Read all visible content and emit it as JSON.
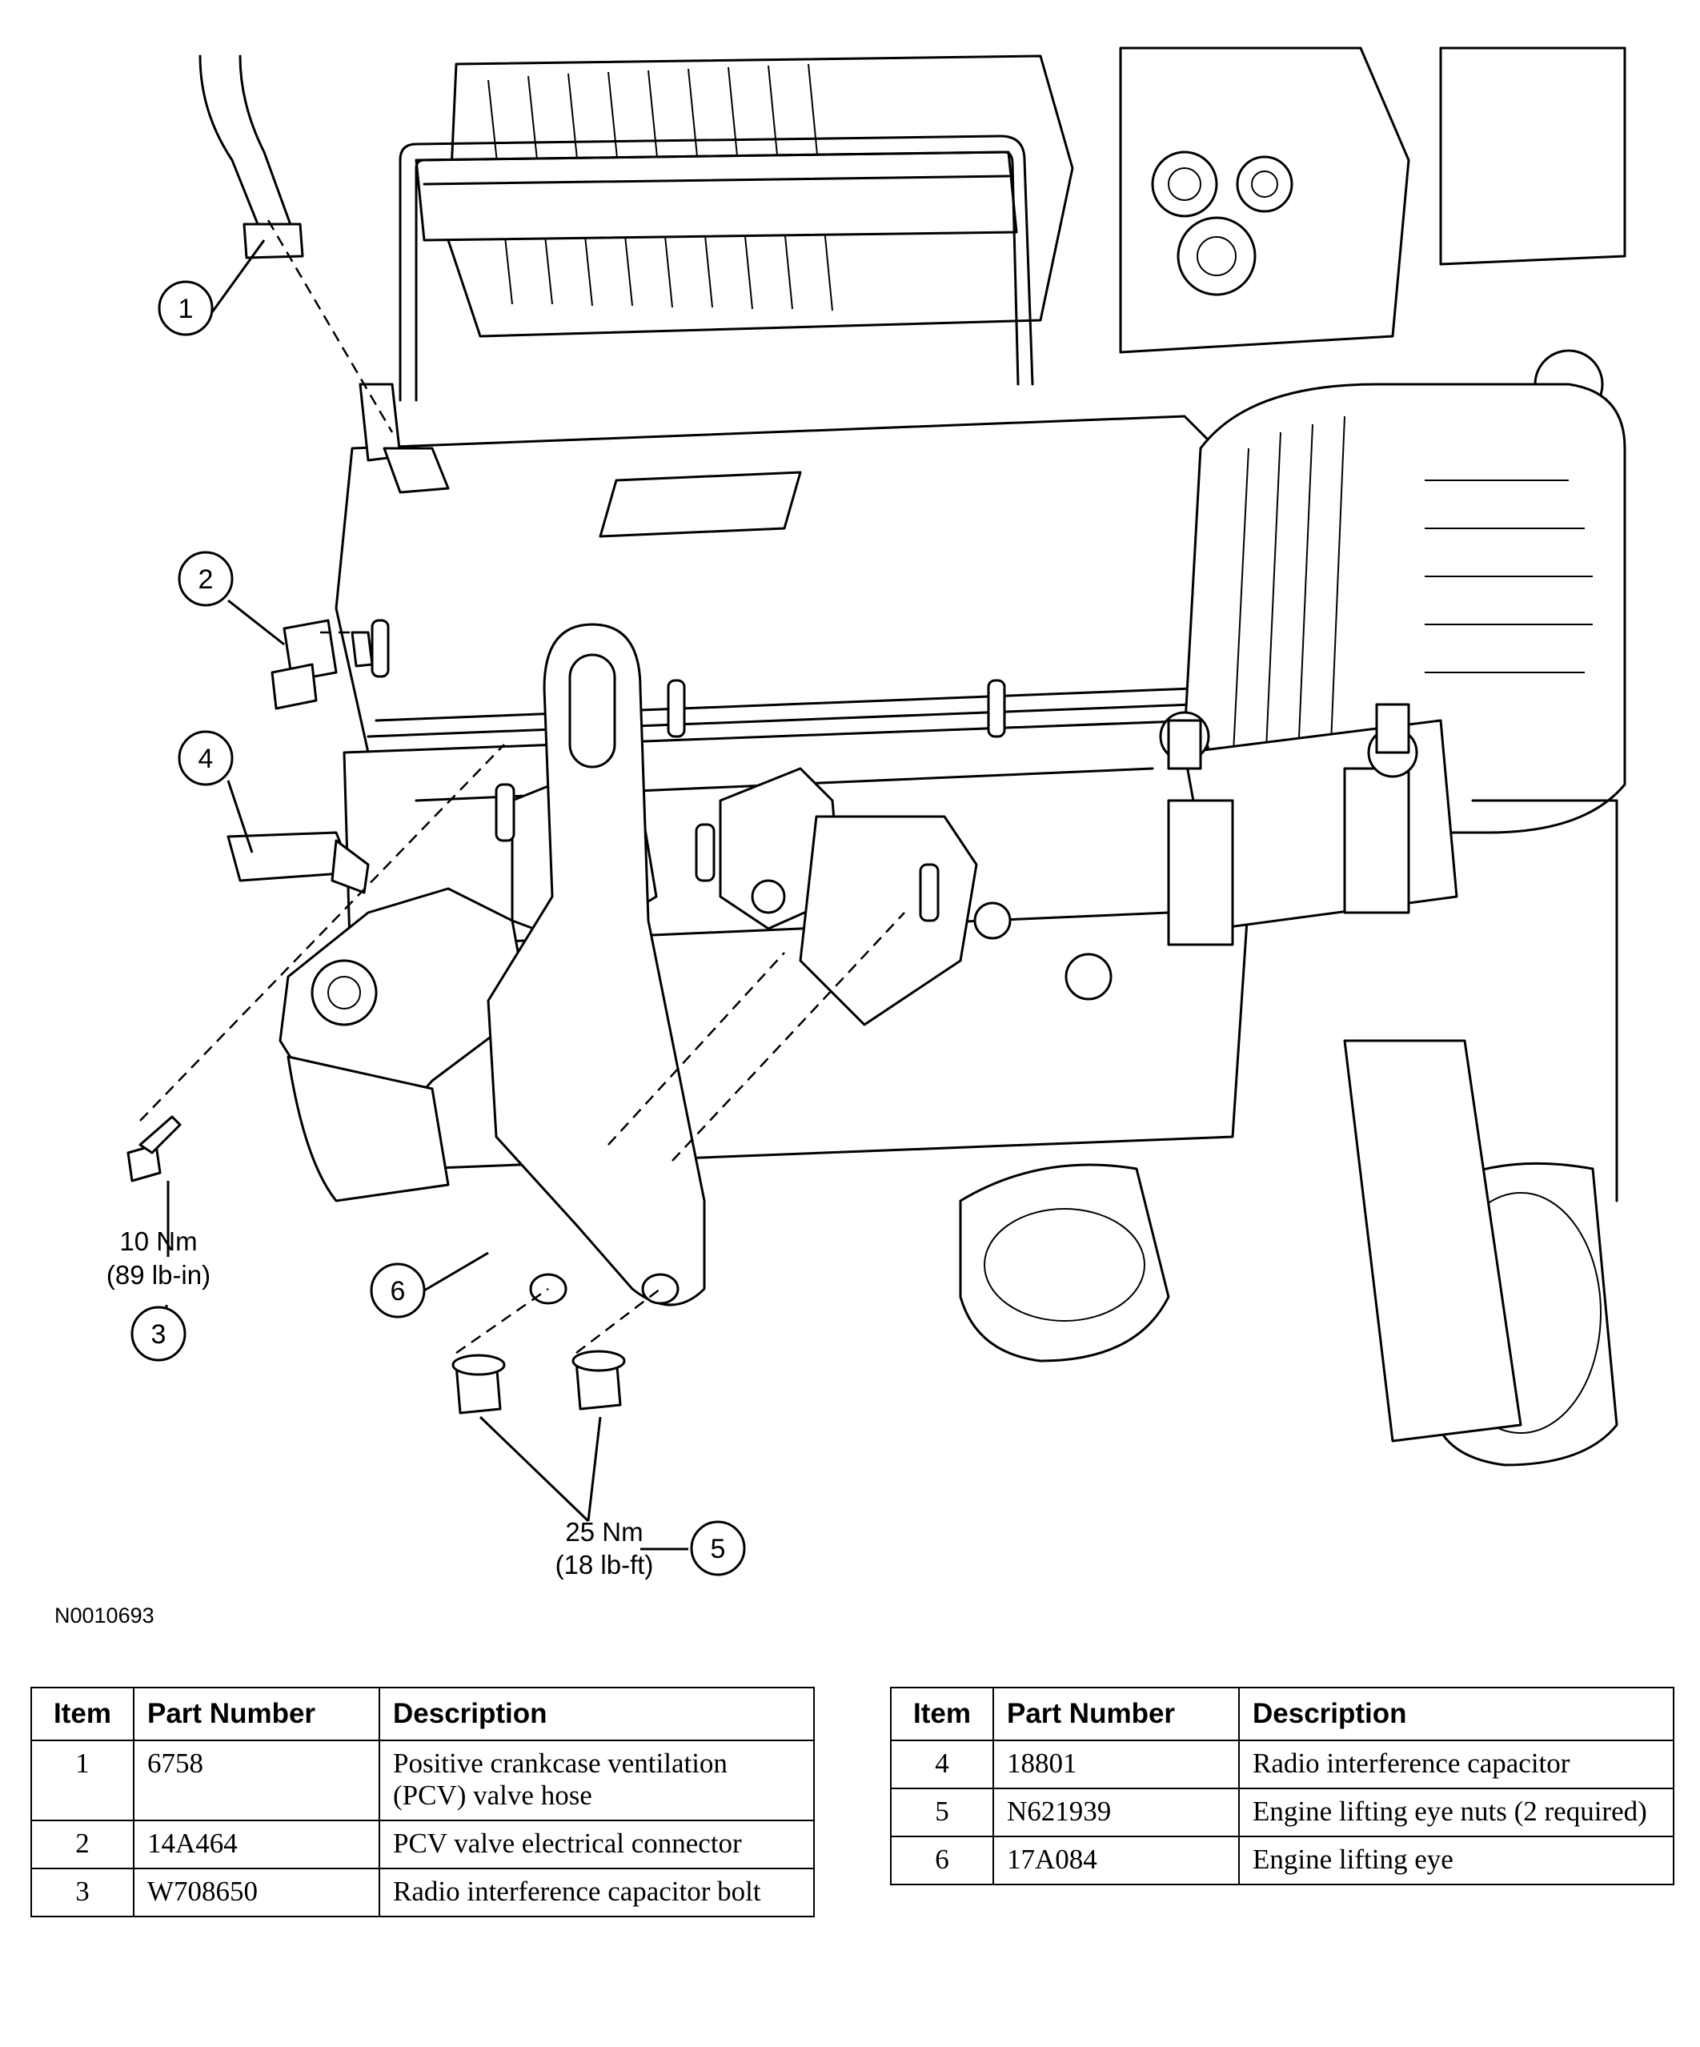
{
  "figure_id": "N0010693",
  "callouts": [
    {
      "num": "1"
    },
    {
      "num": "2"
    },
    {
      "num": "3"
    },
    {
      "num": "4"
    },
    {
      "num": "5"
    },
    {
      "num": "6"
    }
  ],
  "torque_specs": {
    "bolt_capacitor": {
      "metric": "10 Nm",
      "imperial": "(89 lb-in)"
    },
    "lifting_eye_nuts": {
      "metric": "25 Nm",
      "imperial": "(18 lb-ft)"
    }
  },
  "parts_table": {
    "headers": {
      "item": "Item",
      "part_number": "Part Number",
      "description": "Description"
    },
    "left_rows": [
      {
        "item": "1",
        "part_number": "6758",
        "description": "Positive crankcase ventilation (PCV) valve hose"
      },
      {
        "item": "2",
        "part_number": "14A464",
        "description": "PCV valve electrical connector"
      },
      {
        "item": "3",
        "part_number": "W708650",
        "description": "Radio interference capacitor bolt"
      }
    ],
    "right_rows": [
      {
        "item": "4",
        "part_number": "18801",
        "description": "Radio interference capacitor"
      },
      {
        "item": "5",
        "part_number": "N621939",
        "description": "Engine lifting eye nuts (2 required)"
      },
      {
        "item": "6",
        "part_number": "17A084",
        "description": "Engine lifting eye"
      }
    ]
  }
}
